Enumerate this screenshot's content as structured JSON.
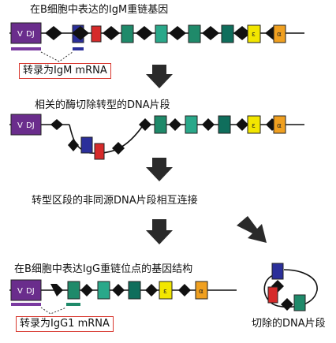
{
  "captions": {
    "step1": "在B细胞中表达的IgM重链基因",
    "transcript1": "转录为IgM mRNA",
    "step2": "相关的酶切除转型的DNA片段",
    "step3": "转型区段的非同源DNA片段相互连接",
    "step4": "在B细胞中表达IgG重链位点的基因结构",
    "transcript2": "转录为IgG1 mRNA",
    "excised": "切除的DNA片段"
  },
  "segments": {
    "vdj_v": "V",
    "vdj_dj": "DJ",
    "epsilon": "ε",
    "alpha": "α"
  },
  "colors": {
    "vdj": "#6a2d8c",
    "mu": "#2b2f9a",
    "delta": "#d62a2a",
    "gamma_dark": "#0f6e5c",
    "gamma": "#1f8a6a",
    "gamma_light": "#2aa88a",
    "epsilon": "#f2e600",
    "alpha": "#f0a020",
    "switch": "#111111",
    "mrna_bar": "#7a3aa0",
    "mrna_bar2": "#1f8a6a",
    "arrow": "#2a2a2a",
    "box": "#d8382f"
  }
}
